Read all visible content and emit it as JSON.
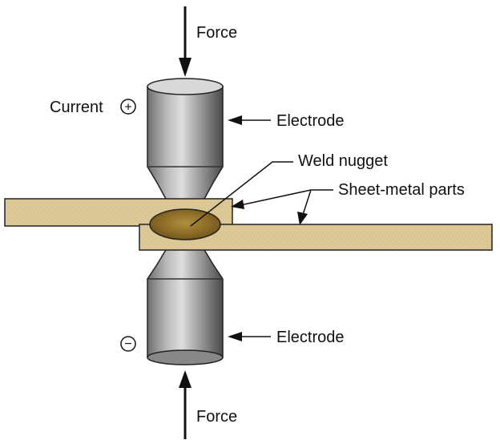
{
  "labels": {
    "force_top": "Force",
    "force_bottom": "Force",
    "current": "Current",
    "electrode_top": "Electrode",
    "electrode_bottom": "Electrode",
    "weld_nugget": "Weld nugget",
    "sheet_metal": "Sheet-metal parts"
  },
  "symbols": {
    "positive": "+",
    "negative": "−"
  },
  "colors": {
    "electrode_dark": "#4a4a4a",
    "electrode_mid": "#9a9a9a",
    "electrode_light": "#d6d6d6",
    "sheet": "#ddc99a",
    "nugget_dark": "#6b5019",
    "nugget_light": "#b0903e",
    "line": "#111111"
  }
}
